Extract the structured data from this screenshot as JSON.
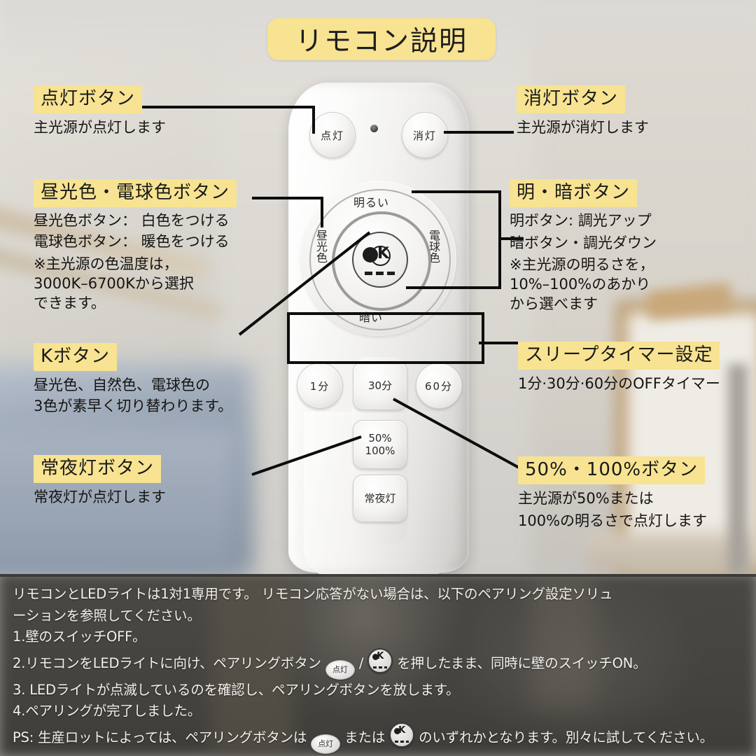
{
  "title": "リモコン説明",
  "theme": {
    "highlight": "#f7e391",
    "text": "#1a1a1a",
    "line": "#0d0d0d",
    "banner_bg": "#4a4744"
  },
  "callouts": {
    "power_on": {
      "heading": "点灯ボタン",
      "lines": [
        "主光源が点灯します"
      ]
    },
    "power_off": {
      "heading": "消灯ボタン",
      "lines": [
        "主光源が消灯します"
      ]
    },
    "color_temp": {
      "heading": "昼光色・電球色ボタン",
      "lines": [
        "昼光色ボタン： 白色をつける",
        "電球色ボタン： 暖色をつける",
        "※主光源の色温度は，",
        "3000K–6700Kから選択",
        "できます。"
      ]
    },
    "bright_dim": {
      "heading": "明・暗ボタン",
      "lines": [
        "明ボタン: 調光アップ",
        "暗ボタン・調光ダウン",
        "※主光源の明るさを，",
        "10%–100%のあかり",
        "から選べます"
      ]
    },
    "k_button": {
      "heading": "Kボタン",
      "lines": [
        "昼光色、自然色、電球色の",
        "3色が素早く切り替わります。"
      ]
    },
    "sleep_timer": {
      "heading": "スリープタイマー設定",
      "lines": [
        "1分·30分·60分のOFFタイマー"
      ]
    },
    "night_light": {
      "heading": "常夜灯ボタン",
      "lines": [
        "常夜灯が点灯します"
      ]
    },
    "brightness_preset": {
      "heading": "50%・100%ボタン",
      "lines": [
        "主光源が50%または",
        "100%の明るさで点灯します"
      ]
    }
  },
  "remote": {
    "power_on_label": "点灯",
    "power_off_label": "消灯",
    "pad_top_label": "明るい",
    "pad_bottom_label": "暗い",
    "pad_left_label": "昼光色",
    "pad_right_label": "電球色",
    "k_letter": "K",
    "timer_1": "1分",
    "timer_30": "30分",
    "timer_60": "60分",
    "preset_line1": "50%",
    "preset_line2": "100%",
    "night_light_label": "常夜灯"
  },
  "banner": {
    "line1": "リモコンとLEDライトは1対1専用です。 リモコン応答がない場合は、以下のペアリング設定ソリュ",
    "line2": "ーションを参照してください。",
    "line3": "1.壁のスイッチOFF。",
    "line4_a": "2.リモコンをLEDライトに向け、ペアリングボタン",
    "line4_sep": "/",
    "line4_b": "を押したまま、同時に壁のスイッチON。",
    "line5": "3. LEDライトが点滅しているのを確認し、ペアリングボタンを放します。",
    "line6": "4.ペアリングが完了しました。",
    "line7_a": "PS: 生産ロットによっては、ペアリングボタンは",
    "line7_b": "または",
    "line7_c": "のいずれかとなります。別々に試してください。",
    "icon_on_label": "点灯",
    "icon_k_label": "K"
  }
}
